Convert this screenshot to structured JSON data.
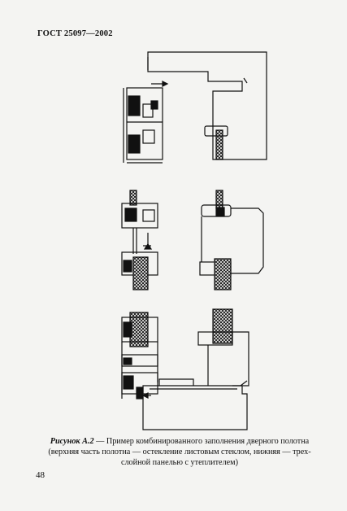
{
  "document": {
    "header": "ГОСТ 25097—2002",
    "figure_caption": {
      "prefix": "Рисунок А.2",
      "line1": " — Пример комбинированного заполнения дверного полотна",
      "line2": "(верхняя часть полотна — остекление листовым стеклом, нижняя — трех-",
      "line3": "слойной панелью с утеплителем)"
    },
    "page_number": "48"
  },
  "figure": {
    "description_icon": "technical-section-drawing",
    "colors": {
      "ink": "#111111",
      "paper": "#f4f4f2"
    }
  }
}
